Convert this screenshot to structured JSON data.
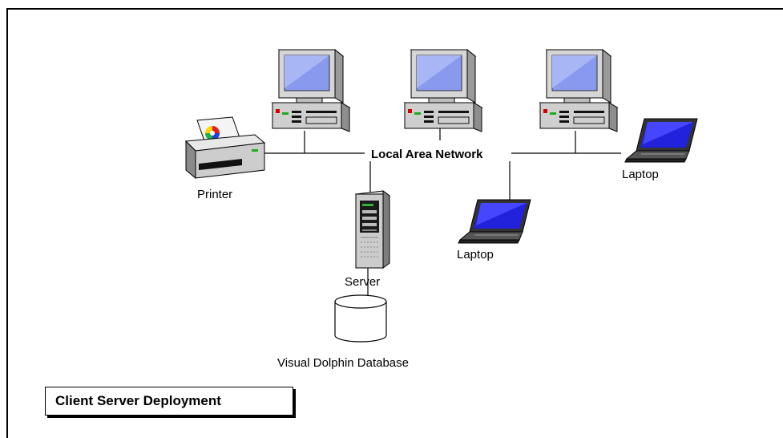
{
  "diagram": {
    "network_label": "Local Area Network",
    "printer_label": "Printer",
    "server_label": "Server",
    "laptop_1_label": "Laptop",
    "laptop_2_label": "Laptop",
    "database_label": "Visual Dolphin Database",
    "caption": "Client Server Deployment"
  },
  "icons": [
    "desktop-computer-icon",
    "printer-icon",
    "server-icon",
    "laptop-icon",
    "database-cylinder-icon"
  ],
  "colors": {
    "screen": "#8899ee",
    "laptop_screen": "#2222dd",
    "case": "#d4d4d4",
    "line": "#000000"
  }
}
